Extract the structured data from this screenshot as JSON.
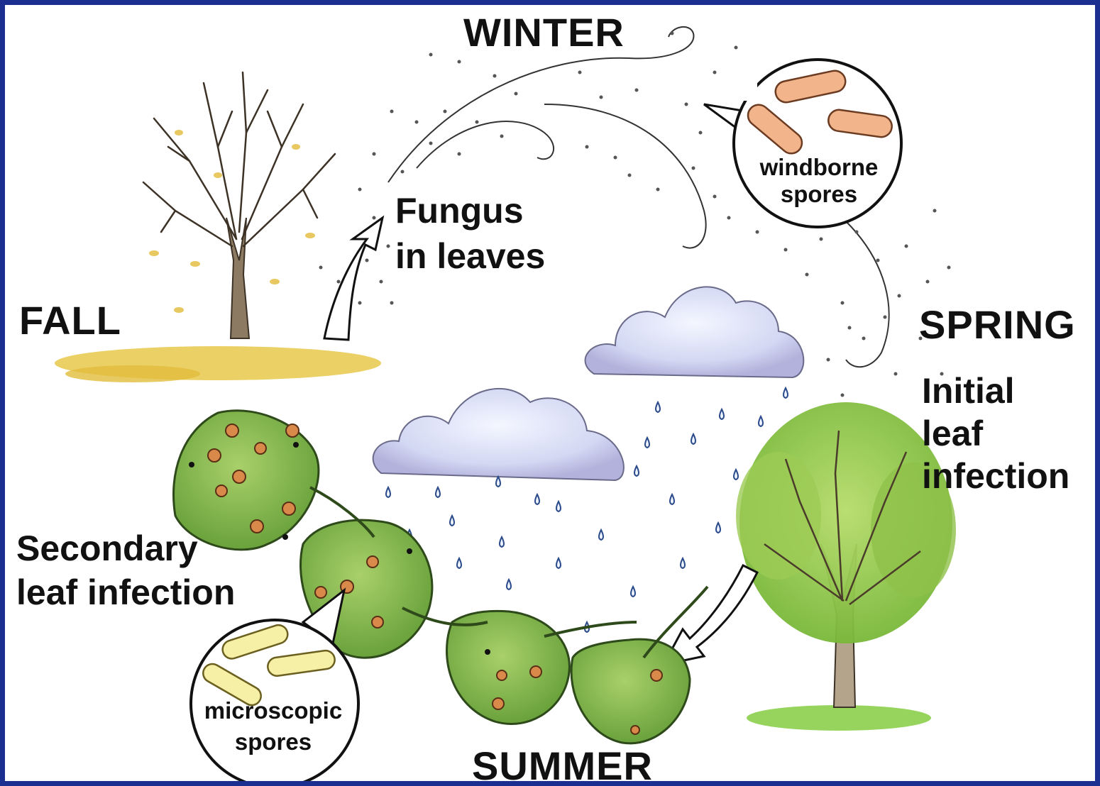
{
  "seasons": {
    "winter": "WINTER",
    "spring": "SPRING",
    "summer": "SUMMER",
    "fall": "FALL"
  },
  "stages": {
    "fungus_line1": "Fungus",
    "fungus_line2": "in leaves",
    "initial_line1": "Initial",
    "initial_line2": "leaf",
    "initial_line3": "infection",
    "secondary_line1": "Secondary",
    "secondary_line2": "leaf infection"
  },
  "callouts": {
    "windborne_line1": "windborne",
    "windborne_line2": "spores",
    "microscopic_line1": "microscopic",
    "microscopic_line2": "spores"
  },
  "colors": {
    "frame": "#1a2f8f",
    "leaf_green": "#7fb23a",
    "spore_orange": "#f2b48a",
    "spore_yellow": "#f6efa6",
    "cloud": "#d9def5"
  }
}
